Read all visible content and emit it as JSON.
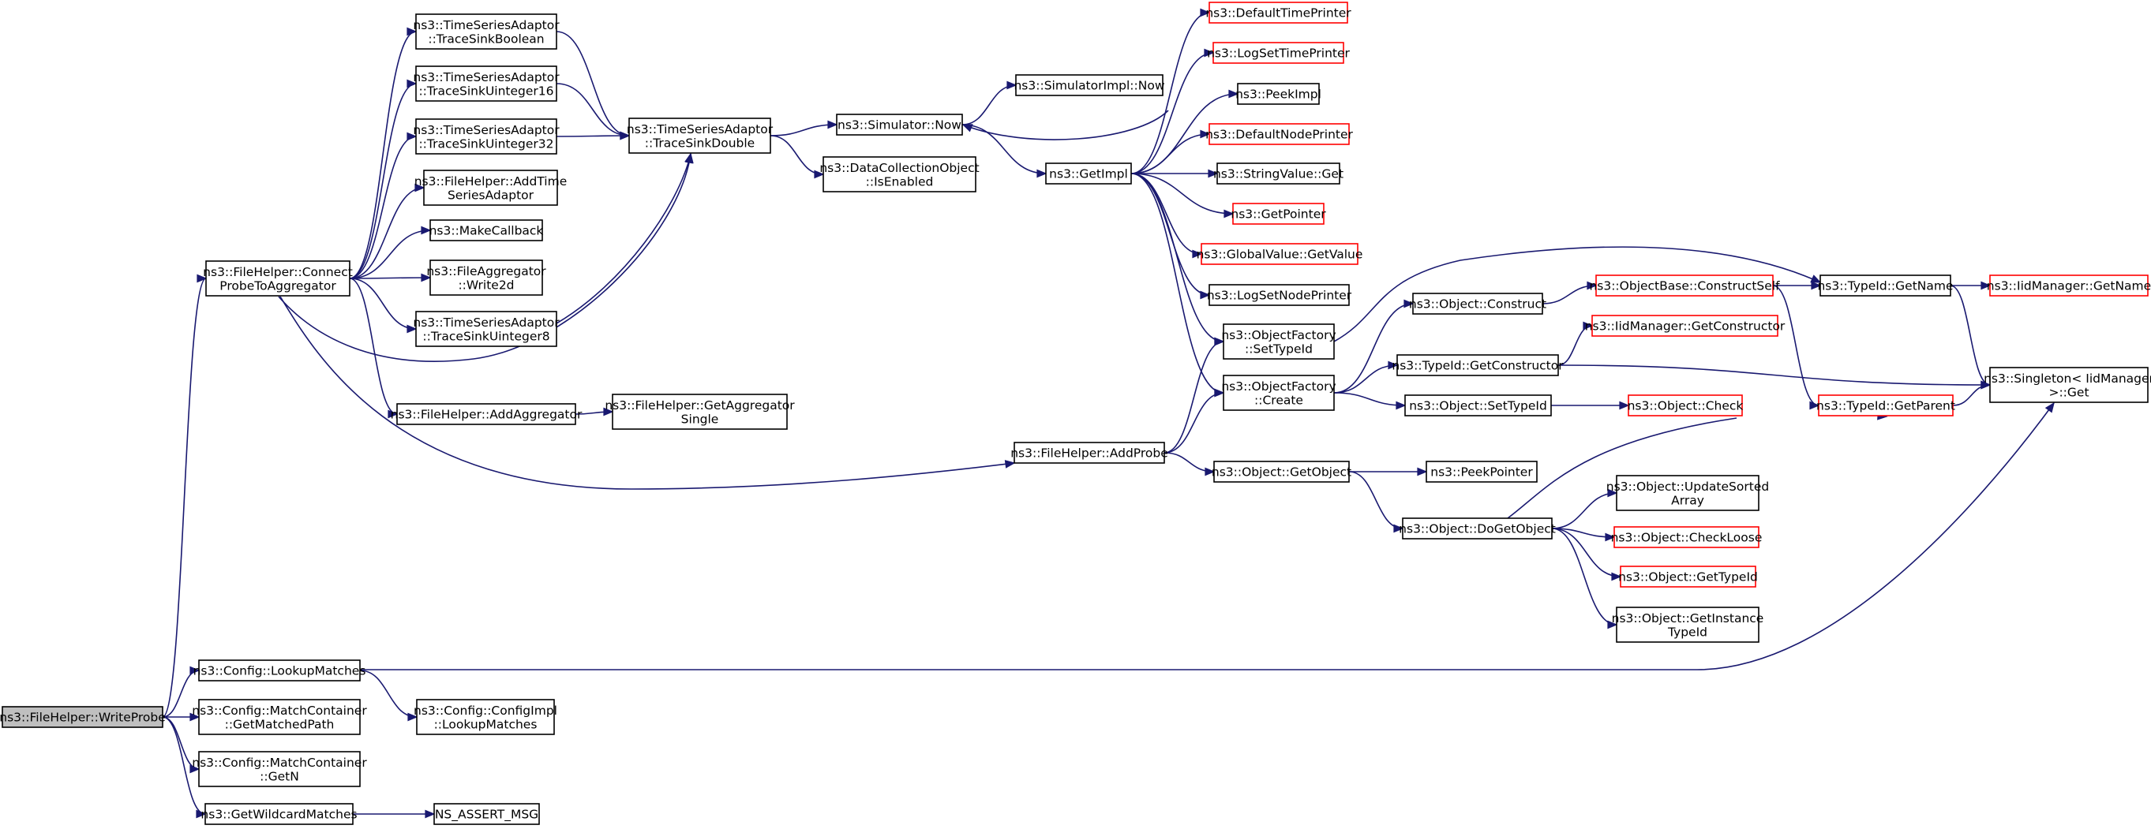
{
  "nodes": [
    {
      "id": "writeprobe",
      "lines": [
        "ns3::FileHelper::WriteProbe"
      ],
      "style": "root",
      "interactable": true
    },
    {
      "id": "connectprobe",
      "lines": [
        "ns3::FileHelper::Connect",
        "ProbeToAggregator"
      ],
      "style": "normal",
      "interactable": true
    },
    {
      "id": "lookupmatches",
      "lines": [
        "ns3::Config::LookupMatches"
      ],
      "style": "normal",
      "interactable": true
    },
    {
      "id": "getmatchedpath",
      "lines": [
        "ns3::Config::MatchContainer",
        "::GetMatchedPath"
      ],
      "style": "normal",
      "interactable": true
    },
    {
      "id": "getn",
      "lines": [
        "ns3::Config::MatchContainer",
        "::GetN"
      ],
      "style": "normal",
      "interactable": true
    },
    {
      "id": "getwildcard",
      "lines": [
        "ns3::GetWildcardMatches"
      ],
      "style": "normal",
      "interactable": true
    },
    {
      "id": "nsassert",
      "lines": [
        "NS_ASSERT_MSG"
      ],
      "style": "normal",
      "interactable": true
    },
    {
      "id": "configimpl",
      "lines": [
        "ns3::Config::ConfigImpl",
        "::LookupMatches"
      ],
      "style": "normal",
      "interactable": true
    },
    {
      "id": "tsboolean",
      "lines": [
        "ns3::TimeSeriesAdaptor",
        "::TraceSinkBoolean"
      ],
      "style": "normal",
      "interactable": true
    },
    {
      "id": "tsuint16",
      "lines": [
        "ns3::TimeSeriesAdaptor",
        "::TraceSinkUinteger16"
      ],
      "style": "normal",
      "interactable": true
    },
    {
      "id": "tsuint32",
      "lines": [
        "ns3::TimeSeriesAdaptor",
        "::TraceSinkUinteger32"
      ],
      "style": "normal",
      "interactable": true
    },
    {
      "id": "addtimeseries",
      "lines": [
        "ns3::FileHelper::AddTime",
        "SeriesAdaptor"
      ],
      "style": "normal",
      "interactable": true
    },
    {
      "id": "makecallback",
      "lines": [
        "ns3::MakeCallback"
      ],
      "style": "normal",
      "interactable": true
    },
    {
      "id": "write2d",
      "lines": [
        "ns3::FileAggregator",
        "::Write2d"
      ],
      "style": "normal",
      "interactable": true
    },
    {
      "id": "tsuint8",
      "lines": [
        "ns3::TimeSeriesAdaptor",
        "::TraceSinkUinteger8"
      ],
      "style": "normal",
      "interactable": true
    },
    {
      "id": "addaggregator",
      "lines": [
        "ns3::FileHelper::AddAggregator"
      ],
      "style": "normal",
      "interactable": true
    },
    {
      "id": "getaggsingle",
      "lines": [
        "ns3::FileHelper::GetAggregator",
        "Single"
      ],
      "style": "normal",
      "interactable": true
    },
    {
      "id": "tsdouble",
      "lines": [
        "ns3::TimeSeriesAdaptor",
        "::TraceSinkDouble"
      ],
      "style": "normal",
      "interactable": true
    },
    {
      "id": "simnow",
      "lines": [
        "ns3::Simulator::Now"
      ],
      "style": "normal",
      "interactable": true
    },
    {
      "id": "simimplnow",
      "lines": [
        "ns3::SimulatorImpl::Now"
      ],
      "style": "normal",
      "interactable": true
    },
    {
      "id": "dcoenabled",
      "lines": [
        "ns3::DataCollectionObject",
        "::IsEnabled"
      ],
      "style": "normal",
      "interactable": true
    },
    {
      "id": "getimpl",
      "lines": [
        "ns3::GetImpl"
      ],
      "style": "normal",
      "interactable": true
    },
    {
      "id": "addprobe",
      "lines": [
        "ns3::FileHelper::AddProbe"
      ],
      "style": "normal",
      "interactable": true
    },
    {
      "id": "defaulttimeprinter",
      "lines": [
        "ns3::DefaultTimePrinter"
      ],
      "style": "red",
      "interactable": true
    },
    {
      "id": "logsettimeprinter",
      "lines": [
        "ns3::LogSetTimePrinter"
      ],
      "style": "red",
      "interactable": true
    },
    {
      "id": "peekimpl",
      "lines": [
        "ns3::PeekImpl"
      ],
      "style": "normal",
      "interactable": true
    },
    {
      "id": "defaultnodeprinter",
      "lines": [
        "ns3::DefaultNodePrinter"
      ],
      "style": "red",
      "interactable": true
    },
    {
      "id": "stringvalueget",
      "lines": [
        "ns3::StringValue::Get"
      ],
      "style": "normal",
      "interactable": true
    },
    {
      "id": "getpointer",
      "lines": [
        "ns3::GetPointer"
      ],
      "style": "red",
      "interactable": true
    },
    {
      "id": "globalvalue",
      "lines": [
        "ns3::GlobalValue::GetValue"
      ],
      "style": "red",
      "interactable": true
    },
    {
      "id": "logsetnodeprinter",
      "lines": [
        "ns3::LogSetNodePrinter"
      ],
      "style": "normal",
      "interactable": true
    },
    {
      "id": "ofsettypeid",
      "lines": [
        "ns3::ObjectFactory",
        "::SetTypeId"
      ],
      "style": "normal",
      "interactable": true
    },
    {
      "id": "ofcreate",
      "lines": [
        "ns3::ObjectFactory",
        "::Create"
      ],
      "style": "normal",
      "interactable": true
    },
    {
      "id": "objgetobject",
      "lines": [
        "ns3::Object::GetObject"
      ],
      "style": "normal",
      "interactable": true
    },
    {
      "id": "peekpointer",
      "lines": [
        "ns3::PeekPointer"
      ],
      "style": "normal",
      "interactable": true
    },
    {
      "id": "objconstruct",
      "lines": [
        "ns3::Object::Construct"
      ],
      "style": "normal",
      "interactable": true
    },
    {
      "id": "tidgetconstructor",
      "lines": [
        "ns3::TypeId::GetConstructor"
      ],
      "style": "normal",
      "interactable": true
    },
    {
      "id": "objsettypeid",
      "lines": [
        "ns3::Object::SetTypeId"
      ],
      "style": "normal",
      "interactable": true
    },
    {
      "id": "dogetobject",
      "lines": [
        "ns3::Object::DoGetObject"
      ],
      "style": "normal",
      "interactable": true
    },
    {
      "id": "constructself",
      "lines": [
        "ns3::ObjectBase::ConstructSelf"
      ],
      "style": "red",
      "interactable": true
    },
    {
      "id": "iidgetconstructor",
      "lines": [
        "ns3::IidManager::GetConstructor"
      ],
      "style": "red",
      "interactable": true
    },
    {
      "id": "objcheck",
      "lines": [
        "ns3::Object::Check"
      ],
      "style": "red",
      "interactable": true
    },
    {
      "id": "updatesorted",
      "lines": [
        "ns3::Object::UpdateSorted",
        "Array"
      ],
      "style": "normal",
      "interactable": true
    },
    {
      "id": "checkloose",
      "lines": [
        "ns3::Object::CheckLoose"
      ],
      "style": "red",
      "interactable": true
    },
    {
      "id": "objgettypeid",
      "lines": [
        "ns3::Object::GetTypeId"
      ],
      "style": "red",
      "interactable": true
    },
    {
      "id": "getinstancetypeid",
      "lines": [
        "ns3::Object::GetInstance",
        "TypeId"
      ],
      "style": "normal",
      "interactable": true
    },
    {
      "id": "tidgetname",
      "lines": [
        "ns3::TypeId::GetName"
      ],
      "style": "normal",
      "interactable": true
    },
    {
      "id": "tidgetparent",
      "lines": [
        "ns3::TypeId::GetParent"
      ],
      "style": "red",
      "interactable": true
    },
    {
      "id": "iidgetname",
      "lines": [
        "ns3::IidManager::GetName"
      ],
      "style": "red",
      "interactable": true
    },
    {
      "id": "singleton",
      "lines": [
        "ns3::Singleton< IidManager",
        " >::Get"
      ],
      "style": "normal",
      "interactable": true
    }
  ],
  "edges": [
    [
      "writeprobe",
      "connectprobe"
    ],
    [
      "writeprobe",
      "lookupmatches"
    ],
    [
      "writeprobe",
      "getmatchedpath"
    ],
    [
      "writeprobe",
      "getn"
    ],
    [
      "writeprobe",
      "getwildcard"
    ],
    [
      "getwildcard",
      "nsassert"
    ],
    [
      "lookupmatches",
      "configimpl"
    ],
    [
      "lookupmatches",
      "singleton"
    ],
    [
      "connectprobe",
      "tsboolean"
    ],
    [
      "connectprobe",
      "tsuint16"
    ],
    [
      "connectprobe",
      "tsuint32"
    ],
    [
      "connectprobe",
      "addtimeseries"
    ],
    [
      "connectprobe",
      "makecallback"
    ],
    [
      "connectprobe",
      "write2d"
    ],
    [
      "connectprobe",
      "tsuint8"
    ],
    [
      "connectprobe",
      "addaggregator"
    ],
    [
      "connectprobe",
      "tsdouble"
    ],
    [
      "connectprobe",
      "addprobe"
    ],
    [
      "addaggregator",
      "getaggsingle"
    ],
    [
      "tsboolean",
      "tsdouble"
    ],
    [
      "tsuint16",
      "tsdouble"
    ],
    [
      "tsuint32",
      "tsdouble"
    ],
    [
      "tsuint8",
      "tsdouble"
    ],
    [
      "tsdouble",
      "simnow"
    ],
    [
      "tsdouble",
      "dcoenabled"
    ],
    [
      "simnow",
      "simimplnow"
    ],
    [
      "simnow",
      "getimpl"
    ],
    [
      "getimpl",
      "simnow"
    ],
    [
      "getimpl",
      "defaulttimeprinter"
    ],
    [
      "getimpl",
      "logsettimeprinter"
    ],
    [
      "getimpl",
      "peekimpl"
    ],
    [
      "getimpl",
      "defaultnodeprinter"
    ],
    [
      "getimpl",
      "stringvalueget"
    ],
    [
      "getimpl",
      "getpointer"
    ],
    [
      "getimpl",
      "globalvalue"
    ],
    [
      "getimpl",
      "logsetnodeprinter"
    ],
    [
      "getimpl",
      "ofsettypeid"
    ],
    [
      "getimpl",
      "ofcreate"
    ],
    [
      "addprobe",
      "ofsettypeid"
    ],
    [
      "addprobe",
      "ofcreate"
    ],
    [
      "addprobe",
      "objgetobject"
    ],
    [
      "ofsettypeid",
      "tidgetname"
    ],
    [
      "ofcreate",
      "objconstruct"
    ],
    [
      "ofcreate",
      "tidgetconstructor"
    ],
    [
      "ofcreate",
      "objsettypeid"
    ],
    [
      "objconstruct",
      "constructself"
    ],
    [
      "constructself",
      "tidgetname"
    ],
    [
      "constructself",
      "tidgetparent"
    ],
    [
      "tidgetconstructor",
      "iidgetconstructor"
    ],
    [
      "tidgetconstructor",
      "singleton"
    ],
    [
      "objsettypeid",
      "objcheck"
    ],
    [
      "objgetobject",
      "peekpointer"
    ],
    [
      "objgetobject",
      "dogetobject"
    ],
    [
      "dogetobject",
      "updatesorted"
    ],
    [
      "dogetobject",
      "checkloose"
    ],
    [
      "dogetobject",
      "objgettypeid"
    ],
    [
      "dogetobject",
      "getinstancetypeid"
    ],
    [
      "dogetobject",
      "tidgetparent"
    ],
    [
      "tidgetname",
      "iidgetname"
    ],
    [
      "tidgetname",
      "singleton"
    ],
    [
      "tidgetparent",
      "singleton"
    ]
  ]
}
